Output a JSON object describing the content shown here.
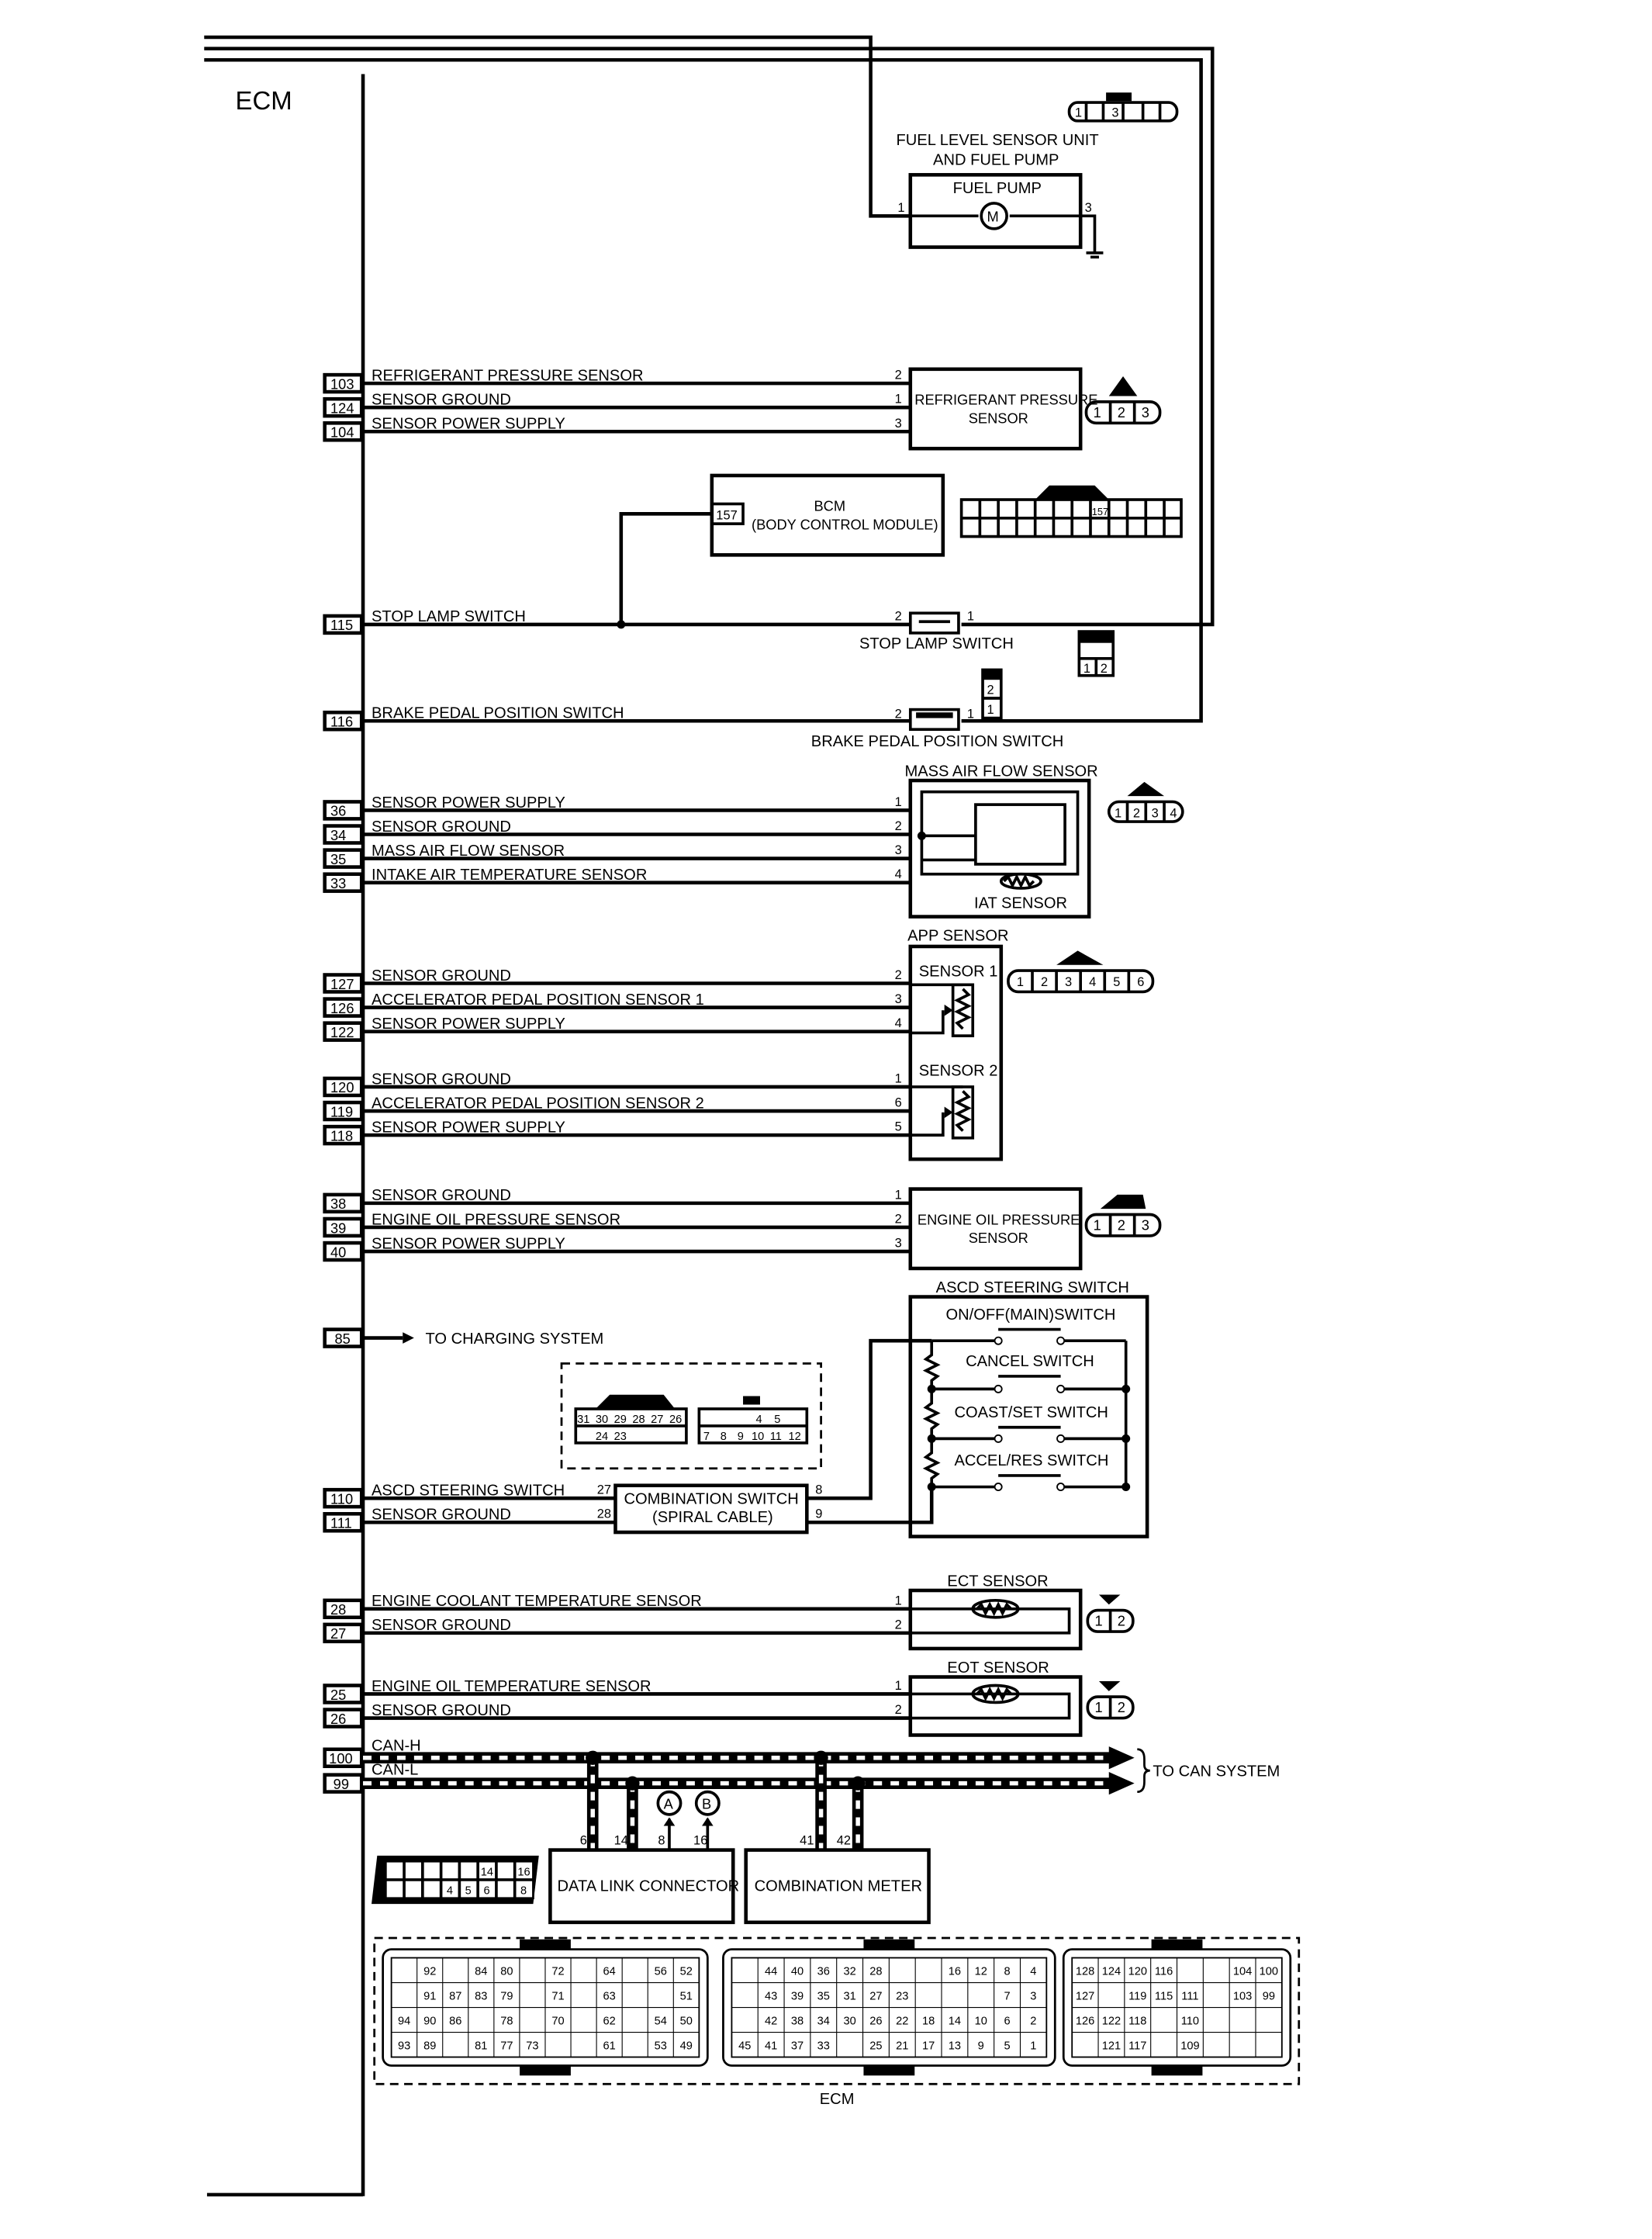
{
  "ecm_title": "ECM",
  "fuel": {
    "unit_label_1": "FUEL LEVEL SENSOR UNIT",
    "unit_label_2": "AND FUEL PUMP",
    "pump_label": "FUEL PUMP",
    "pin_in": "1",
    "pin_out": "3",
    "motor": "M",
    "connector_pins": [
      "1",
      "3"
    ]
  },
  "refrigerant": {
    "label_1": "REFRIGERANT PRESSURE",
    "label_2": "SENSOR",
    "connector_pins": [
      "1",
      "2",
      "3"
    ],
    "wires": [
      {
        "terminal": "103",
        "label": "REFRIGERANT PRESSURE SENSOR",
        "pin": "2"
      },
      {
        "terminal": "124",
        "label": "SENSOR GROUND",
        "pin": "1"
      },
      {
        "terminal": "104",
        "label": "SENSOR POWER SUPPLY",
        "pin": "3"
      }
    ]
  },
  "bcm": {
    "label_1": "BCM",
    "label_2": "(BODY CONTROL MODULE)",
    "pin": "157"
  },
  "stop_lamp": {
    "terminal": "115",
    "wire_label": "STOP LAMP SWITCH",
    "switch_label": "STOP LAMP SWITCH",
    "pin_a": "2",
    "pin_b": "1",
    "connector_pins": [
      "1",
      "2"
    ]
  },
  "brake": {
    "terminal": "116",
    "wire_label": "BRAKE PEDAL POSITION SWITCH",
    "switch_label": "BRAKE PEDAL POSITION SWITCH",
    "pin_a": "2",
    "pin_b": "1",
    "connector_pins": [
      "2",
      "1"
    ]
  },
  "maf": {
    "label": "MASS AIR FLOW SENSOR",
    "iat_label": "IAT SENSOR",
    "connector_pins": [
      "1",
      "2",
      "3",
      "4"
    ],
    "wires": [
      {
        "terminal": "36",
        "label": "SENSOR POWER SUPPLY",
        "pin": "1"
      },
      {
        "terminal": "34",
        "label": "SENSOR GROUND",
        "pin": "2"
      },
      {
        "terminal": "35",
        "label": "MASS AIR FLOW SENSOR",
        "pin": "3"
      },
      {
        "terminal": "33",
        "label": "INTAKE AIR TEMPERATURE SENSOR",
        "pin": "4"
      }
    ]
  },
  "app": {
    "label": "APP SENSOR",
    "sensor1_label": "SENSOR 1",
    "sensor2_label": "SENSOR 2",
    "connector_pins": [
      "1",
      "2",
      "3",
      "4",
      "5",
      "6"
    ],
    "wires1": [
      {
        "terminal": "127",
        "label": "SENSOR GROUND",
        "pin": "2"
      },
      {
        "terminal": "126",
        "label": "ACCELERATOR PEDAL POSITION SENSOR 1",
        "pin": "3"
      },
      {
        "terminal": "122",
        "label": "SENSOR POWER SUPPLY",
        "pin": "4"
      }
    ],
    "wires2": [
      {
        "terminal": "120",
        "label": "SENSOR GROUND",
        "pin": "1"
      },
      {
        "terminal": "119",
        "label": "ACCELERATOR PEDAL POSITION SENSOR 2",
        "pin": "6"
      },
      {
        "terminal": "118",
        "label": "SENSOR POWER SUPPLY",
        "pin": "5"
      }
    ]
  },
  "oil_pressure": {
    "label_1": "ENGINE OIL PRESSURE",
    "label_2": "SENSOR",
    "connector_pins": [
      "1",
      "2",
      "3"
    ],
    "wires": [
      {
        "terminal": "38",
        "label": "SENSOR GROUND",
        "pin": "1"
      },
      {
        "terminal": "39",
        "label": "ENGINE OIL PRESSURE SENSOR",
        "pin": "2"
      },
      {
        "terminal": "40",
        "label": "SENSOR POWER SUPPLY",
        "pin": "3"
      }
    ]
  },
  "charging": {
    "terminal": "85",
    "label": "TO CHARGING SYSTEM"
  },
  "ascd": {
    "label": "ASCD STEERING SWITCH",
    "switches": [
      "ON/OFF(MAIN)SWITCH",
      "CANCEL SWITCH",
      "COAST/SET SWITCH",
      "ACCEL/RES SWITCH"
    ],
    "combo_label_1": "COMBINATION SWITCH",
    "combo_label_2": "(SPIRAL CABLE)",
    "wires": [
      {
        "terminal": "110",
        "label": "ASCD STEERING SWITCH",
        "pin_in": "27",
        "pin_out": "8"
      },
      {
        "terminal": "111",
        "label": "SENSOR GROUND",
        "pin_in": "28",
        "pin_out": "9"
      }
    ],
    "connector_left_row1": [
      "31",
      "30",
      "29",
      "28",
      "27",
      "26"
    ],
    "connector_left_row2": [
      "24",
      "23"
    ],
    "connector_right_row1": [
      "4",
      "5"
    ],
    "connector_right_row2": [
      "7",
      "8",
      "9",
      "10",
      "11",
      "12"
    ]
  },
  "ect": {
    "label": "ECT SENSOR",
    "connector_pins": [
      "1",
      "2"
    ],
    "wires": [
      {
        "terminal": "28",
        "label": "ENGINE COOLANT TEMPERATURE SENSOR",
        "pin": "1"
      },
      {
        "terminal": "27",
        "label": "SENSOR GROUND",
        "pin": "2"
      }
    ]
  },
  "eot": {
    "label": "EOT SENSOR",
    "connector_pins": [
      "1",
      "2"
    ],
    "wires": [
      {
        "terminal": "25",
        "label": "ENGINE OIL TEMPERATURE SENSOR",
        "pin": "1"
      },
      {
        "terminal": "26",
        "label": "SENSOR GROUND",
        "pin": "2"
      }
    ]
  },
  "can": {
    "h_label": "CAN-H",
    "l_label": "CAN-L",
    "h_terminal": "100",
    "l_terminal": "99",
    "to_label": "TO CAN SYSTEM",
    "marker_a": "A",
    "marker_b": "B",
    "dlc_label": "DATA LINK CONNECTOR",
    "dlc_pins": [
      "6",
      "14",
      "8",
      "16"
    ],
    "meter_label": "COMBINATION METER",
    "meter_pins": [
      "41",
      "42"
    ],
    "dlc_conn_row1": [
      "14",
      "16"
    ],
    "dlc_conn_row2": [
      "4",
      "5",
      "6",
      "8"
    ]
  },
  "ecm_connector": {
    "label": "ECM",
    "block1": [
      [
        "",
        "92",
        "",
        "84",
        "80",
        "",
        "72",
        "",
        "64",
        "",
        "56",
        "52"
      ],
      [
        "",
        "91",
        "87",
        "83",
        "79",
        "",
        "71",
        "",
        "63",
        "",
        "",
        "51"
      ],
      [
        "94",
        "90",
        "86",
        "",
        "78",
        "",
        "70",
        "",
        "62",
        "",
        "54",
        "50"
      ],
      [
        "93",
        "89",
        "",
        "81",
        "77",
        "73",
        "",
        "",
        "61",
        "",
        "53",
        "49"
      ]
    ],
    "block2": [
      [
        "",
        "44",
        "40",
        "36",
        "32",
        "28",
        "",
        "",
        "16",
        "12",
        "8",
        "4"
      ],
      [
        "",
        "43",
        "39",
        "35",
        "31",
        "27",
        "23",
        "",
        "",
        "",
        "7",
        "3"
      ],
      [
        "",
        "42",
        "38",
        "34",
        "30",
        "26",
        "22",
        "18",
        "14",
        "10",
        "6",
        "2"
      ],
      [
        "45",
        "41",
        "37",
        "33",
        "",
        "25",
        "21",
        "17",
        "13",
        "9",
        "5",
        "1"
      ]
    ],
    "block3": [
      [
        "128",
        "124",
        "120",
        "116",
        "",
        "",
        "104",
        "100"
      ],
      [
        "127",
        "",
        "119",
        "115",
        "111",
        "",
        "103",
        "99"
      ],
      [
        "126",
        "122",
        "118",
        "",
        "110",
        "",
        "",
        ""
      ],
      [
        "",
        "121",
        "117",
        "",
        "109",
        "",
        "",
        ""
      ]
    ]
  }
}
